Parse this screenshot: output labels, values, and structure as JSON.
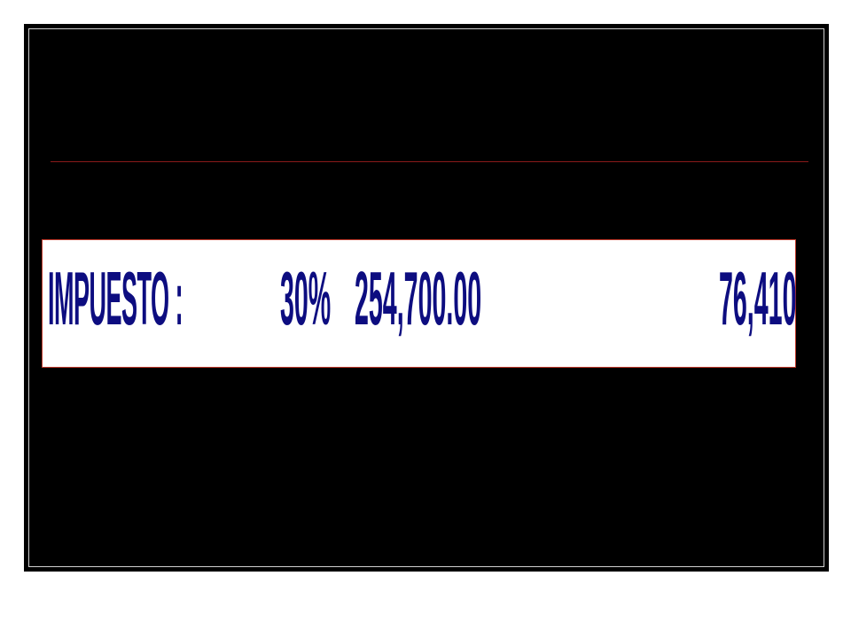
{
  "tax_row": {
    "label": "IMPUESTO :",
    "rate": "30%",
    "base_amount": "254,700.00",
    "result": "76,410"
  },
  "colors": {
    "slide_background": "#000000",
    "box_background": "#ffffff",
    "text": "#0d0d80",
    "divider": "#8b1a1a",
    "box_border": "#c0392b"
  }
}
